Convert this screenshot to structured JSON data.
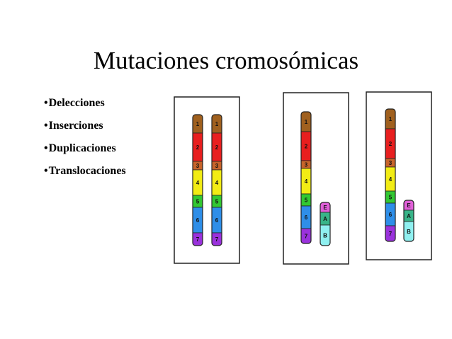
{
  "slide": {
    "title": "Mutaciones cromosómicas",
    "bullets": [
      {
        "marker": "•",
        "label": "Delecciones"
      },
      {
        "marker": "•",
        "label": "Inserciones"
      },
      {
        "marker": "•",
        "label": "Duplicaciones"
      },
      {
        "marker": "•",
        "label": "Translocaciones"
      }
    ]
  },
  "chromosome_colors": {
    "1": "#a0601e",
    "2": "#e81f1f",
    "3": "#c8642a",
    "4": "#f2ec14",
    "5": "#32c832",
    "6": "#2e8ee8",
    "7": "#9a32dc",
    "E": "#e060d8",
    "A": "#38b488",
    "B": "#8ff0f0"
  }
}
